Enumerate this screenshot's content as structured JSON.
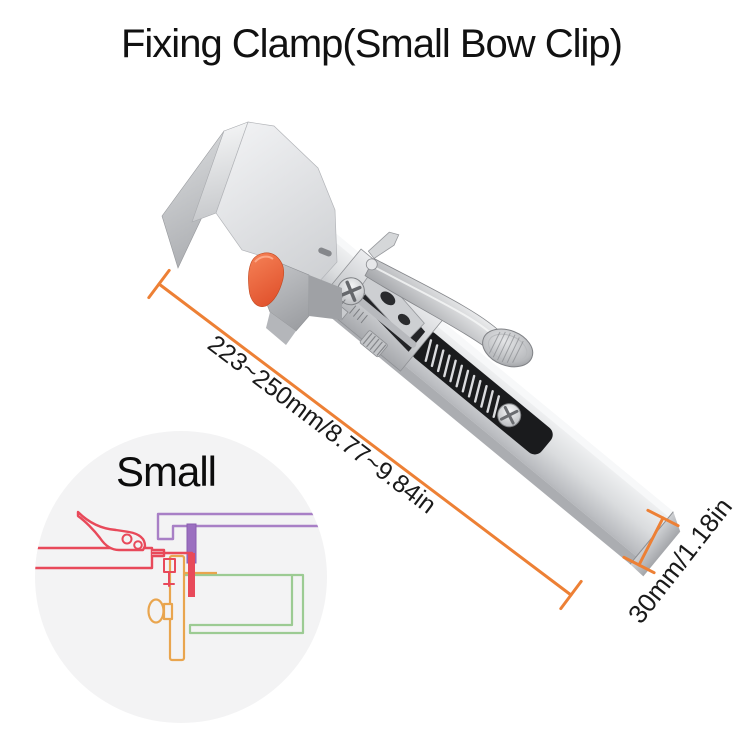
{
  "title": "Fixing Clamp(Small Bow Clip)",
  "dimensions": {
    "length": "223~250mm/8.77~9.84in",
    "width": "30mm/1.18in"
  },
  "inset": {
    "size_label": "Small"
  },
  "colors": {
    "dimension_line": "#ED8035",
    "release_clip_orange": "#EE5A33",
    "diagram_clamp_red": "#E8495A",
    "diagram_panel_purple": "#A87FC6",
    "diagram_frame_orange": "#E9A54E",
    "diagram_channel_green": "#9CCB93",
    "inset_background": "#F3F3F4",
    "text": "#1A1A1A"
  }
}
